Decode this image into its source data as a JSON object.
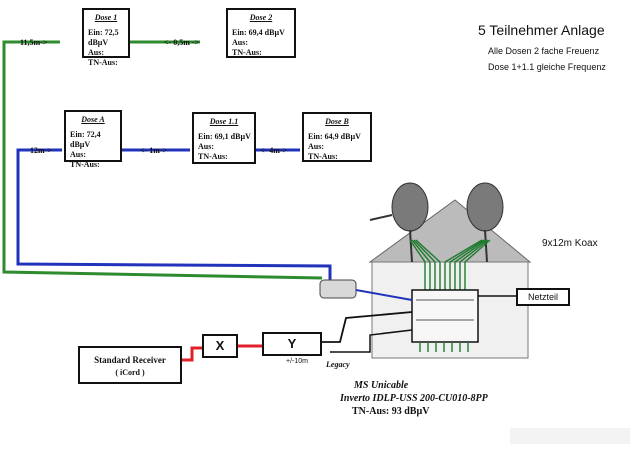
{
  "header": {
    "title": "5 Teilnehmer Anlage",
    "note1": "Alle Dosen 2 fache Freuenz",
    "note2": "Dose 1+1.1 gleiche Frequenz"
  },
  "dosen": [
    {
      "title": "Dose 1",
      "ein": "Ein: 72,5 dBµV",
      "aus": "Aus:",
      "tn": "TN-Aus:"
    },
    {
      "title": "Dose 2",
      "ein": "Ein: 69,4 dBµV",
      "aus": "Aus:",
      "tn": "TN-Aus:"
    },
    {
      "title": "Dose A",
      "ein": "Ein: 72,4 dBµV",
      "aus": "Aus:",
      "tn": "TN-Aus:"
    },
    {
      "title": "Dose 1.1",
      "ein": "Ein: 69,1 dBµV",
      "aus": "Aus:",
      "tn": "TN-Aus:"
    },
    {
      "title": "Dose B",
      "ein": "Ein: 64,9 dBµV",
      "aus": "Aus:",
      "tn": "TN-Aus:"
    }
  ],
  "cable_labels": {
    "c1": "11,5m->",
    "c2": "<- 0,5m ->",
    "c3": "12m->",
    "c4": "<- 1m->",
    "c5": "<- 4m->"
  },
  "koax": "9x12m Koax",
  "netzteil": "Netzteil",
  "receiver": {
    "name": "Standard Receiver",
    "model": "( iCord )"
  },
  "x_label": "X",
  "y_label": "Y",
  "length_note": "+/-10m",
  "legacy": "Legacy",
  "multiswitch": {
    "line1": "MS  Unicable",
    "line2": "Inverto  IDLP-USS 200-CU010-8PP",
    "line3": "TN-Aus: 93  dBµV"
  },
  "colors": {
    "green": "#2e8b2e",
    "blue": "#2233bb",
    "red": "#e0202a",
    "black": "#111111"
  }
}
